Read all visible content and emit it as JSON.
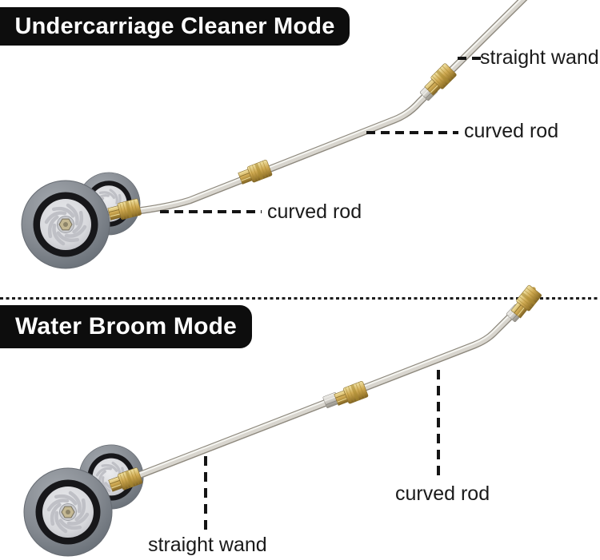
{
  "sections": {
    "undercarriage": {
      "banner": "Undercarriage Cleaner Mode",
      "labels": {
        "straight_wand": "straight wand",
        "curved_rod_upper": "curved rod",
        "curved_rod_lower": "curved rod"
      }
    },
    "water_broom": {
      "banner": "Water Broom Mode",
      "labels": {
        "curved_rod": "curved rod",
        "straight_wand": "straight wand"
      }
    }
  },
  "colors": {
    "banner_bg": "#0d0d0d",
    "banner_text": "#ffffff",
    "label_text": "#1a1a1a",
    "annotation_line": "#141414",
    "brass": "#c7a44e",
    "steel_rod": "#d8d5ce",
    "tire_gray": "#8d9298",
    "hub_gray": "#dcdde1",
    "background": "#ffffff"
  }
}
